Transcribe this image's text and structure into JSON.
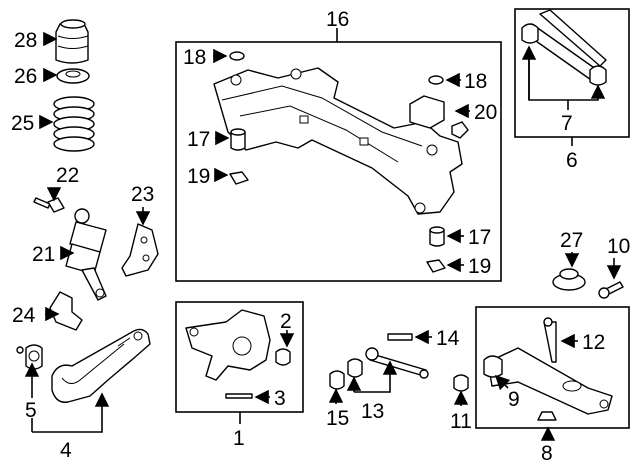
{
  "labels": {
    "p1": "1",
    "p2": "2",
    "p3": "3",
    "p4": "4",
    "p5": "5",
    "p6": "6",
    "p7": "7",
    "p8": "8",
    "p9": "9",
    "p10": "10",
    "p11": "11",
    "p12": "12",
    "p13": "13",
    "p14": "14",
    "p15": "15",
    "p16": "16",
    "p17a": "17",
    "p17b": "17",
    "p18a": "18",
    "p18b": "18",
    "p19a": "19",
    "p19b": "19",
    "p20": "20",
    "p21": "21",
    "p22": "22",
    "p23": "23",
    "p24": "24",
    "p25": "25",
    "p26": "26",
    "p27": "27",
    "p28": "28"
  },
  "colors": {
    "line": "#000000",
    "background": "#ffffff"
  }
}
